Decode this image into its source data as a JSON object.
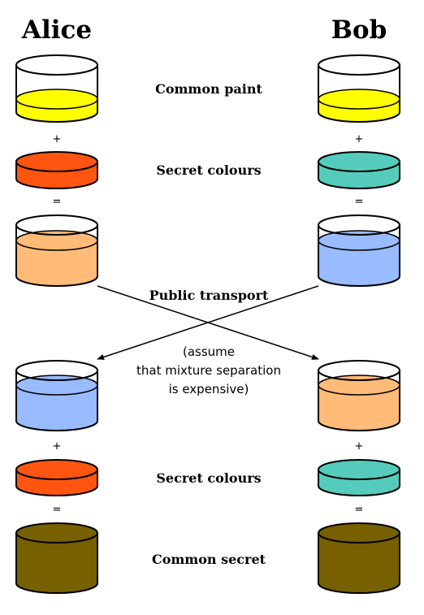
{
  "names": {
    "left": "Alice",
    "right": "Bob"
  },
  "labels": {
    "common_paint": "Common paint",
    "secret_colours_top": "Secret colours",
    "public_transport": "Public transport",
    "secret_colours_bottom": "Secret colours",
    "common_secret": "Common secret"
  },
  "note": {
    "line1": "(assume",
    "line2": "that mixture separation",
    "line3": "is expensive)"
  },
  "operators": {
    "plus": "+",
    "equals": "="
  },
  "colors": {
    "common_paint": "#ffff00",
    "alice_secret": "#ff5511",
    "bob_secret": "#55ccbb",
    "alice_mixture": "#ffbb77",
    "bob_mixture": "#99bbff",
    "common_secret": "#776000"
  }
}
